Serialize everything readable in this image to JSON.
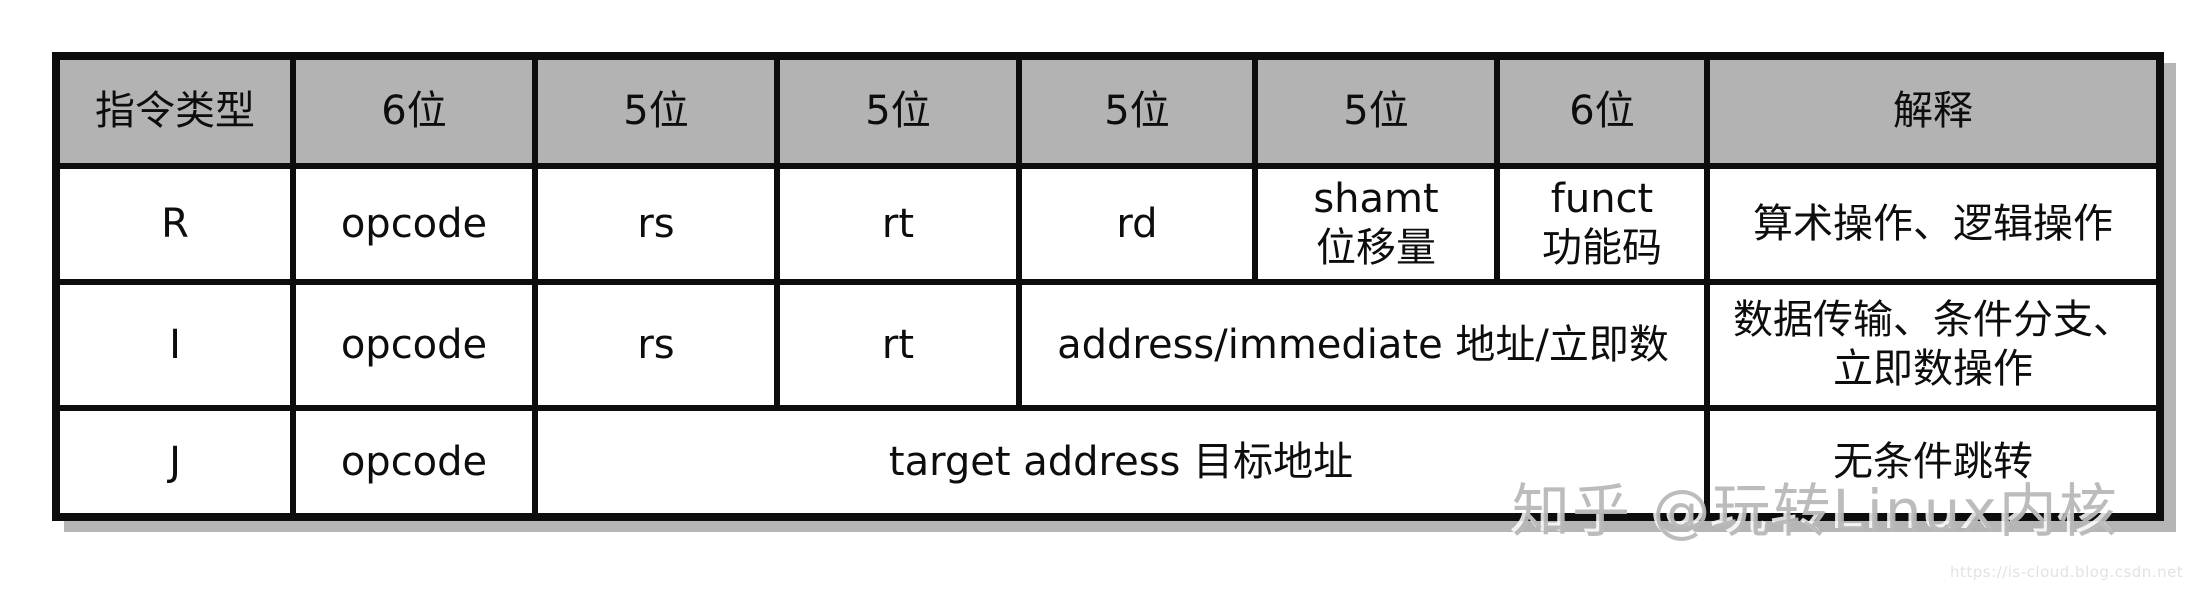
{
  "table": {
    "header": [
      "指令类型",
      "6位",
      "5位",
      "5位",
      "5位",
      "5位",
      "6位",
      "解释"
    ],
    "rows": [
      {
        "type": "R",
        "cells": [
          "R",
          "opcode",
          "rs",
          "rt",
          "rd",
          "shamt\n位移量",
          "funct\n功能码",
          "算术操作、逻辑操作"
        ]
      },
      {
        "type": "I",
        "cells": [
          "I",
          "opcode",
          "rs",
          "rt",
          "address/immediate 地址/立即数",
          "数据传输、条件分支、\n立即数操作"
        ]
      },
      {
        "type": "J",
        "cells": [
          "J",
          "opcode",
          "target address 目标地址",
          "无条件跳转"
        ]
      }
    ]
  },
  "watermark": {
    "text": "知乎 @玩转Linux内核",
    "url": "https://is-cloud.blog.csdn.net"
  },
  "colors": {
    "header_bg": "#b3b3b3",
    "border": "#0d0d0d",
    "cell_bg": "#ffffff",
    "shadow": "#b5b5b5",
    "watermark_text": "#b8b8b8",
    "watermark_url": "#e2e2e8"
  }
}
